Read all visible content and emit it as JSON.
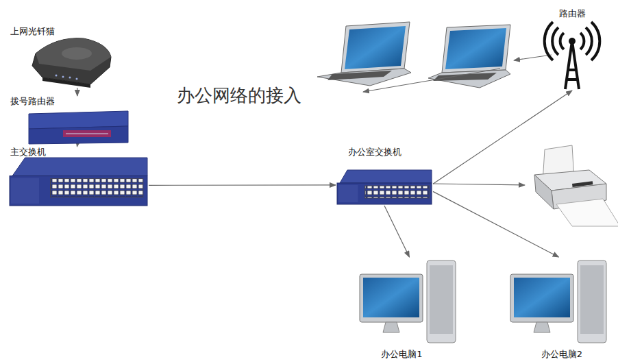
{
  "diagram": {
    "title": "办公网络的接入",
    "nodes": [
      {
        "text": [
          "上网光钎猫"
        ]
      },
      {
        "text": [
          "拨号路由器"
        ]
      },
      {
        "text": [
          "主交换机"
        ]
      },
      {
        "text": [
          "办公室交换机"
        ]
      },
      {
        "text": [
          "路由器"
        ]
      },
      {
        "text": [
          "办公电脑1"
        ]
      },
      {
        "text": [
          "办公电脑2"
        ]
      }
    ],
    "edges": [
      {
        "from": 0,
        "to": 1,
        "arrow": "to"
      },
      {
        "from": 1,
        "to": 2,
        "arrow": "to"
      },
      {
        "from": 2,
        "to": 3,
        "arrow": "to"
      },
      {
        "from": 3,
        "to": 4,
        "arrow": "to"
      },
      {
        "from": 3,
        "to": 5,
        "arrow": "to"
      },
      {
        "from": 3,
        "to": 6,
        "arrow": "to"
      }
    ]
  }
}
